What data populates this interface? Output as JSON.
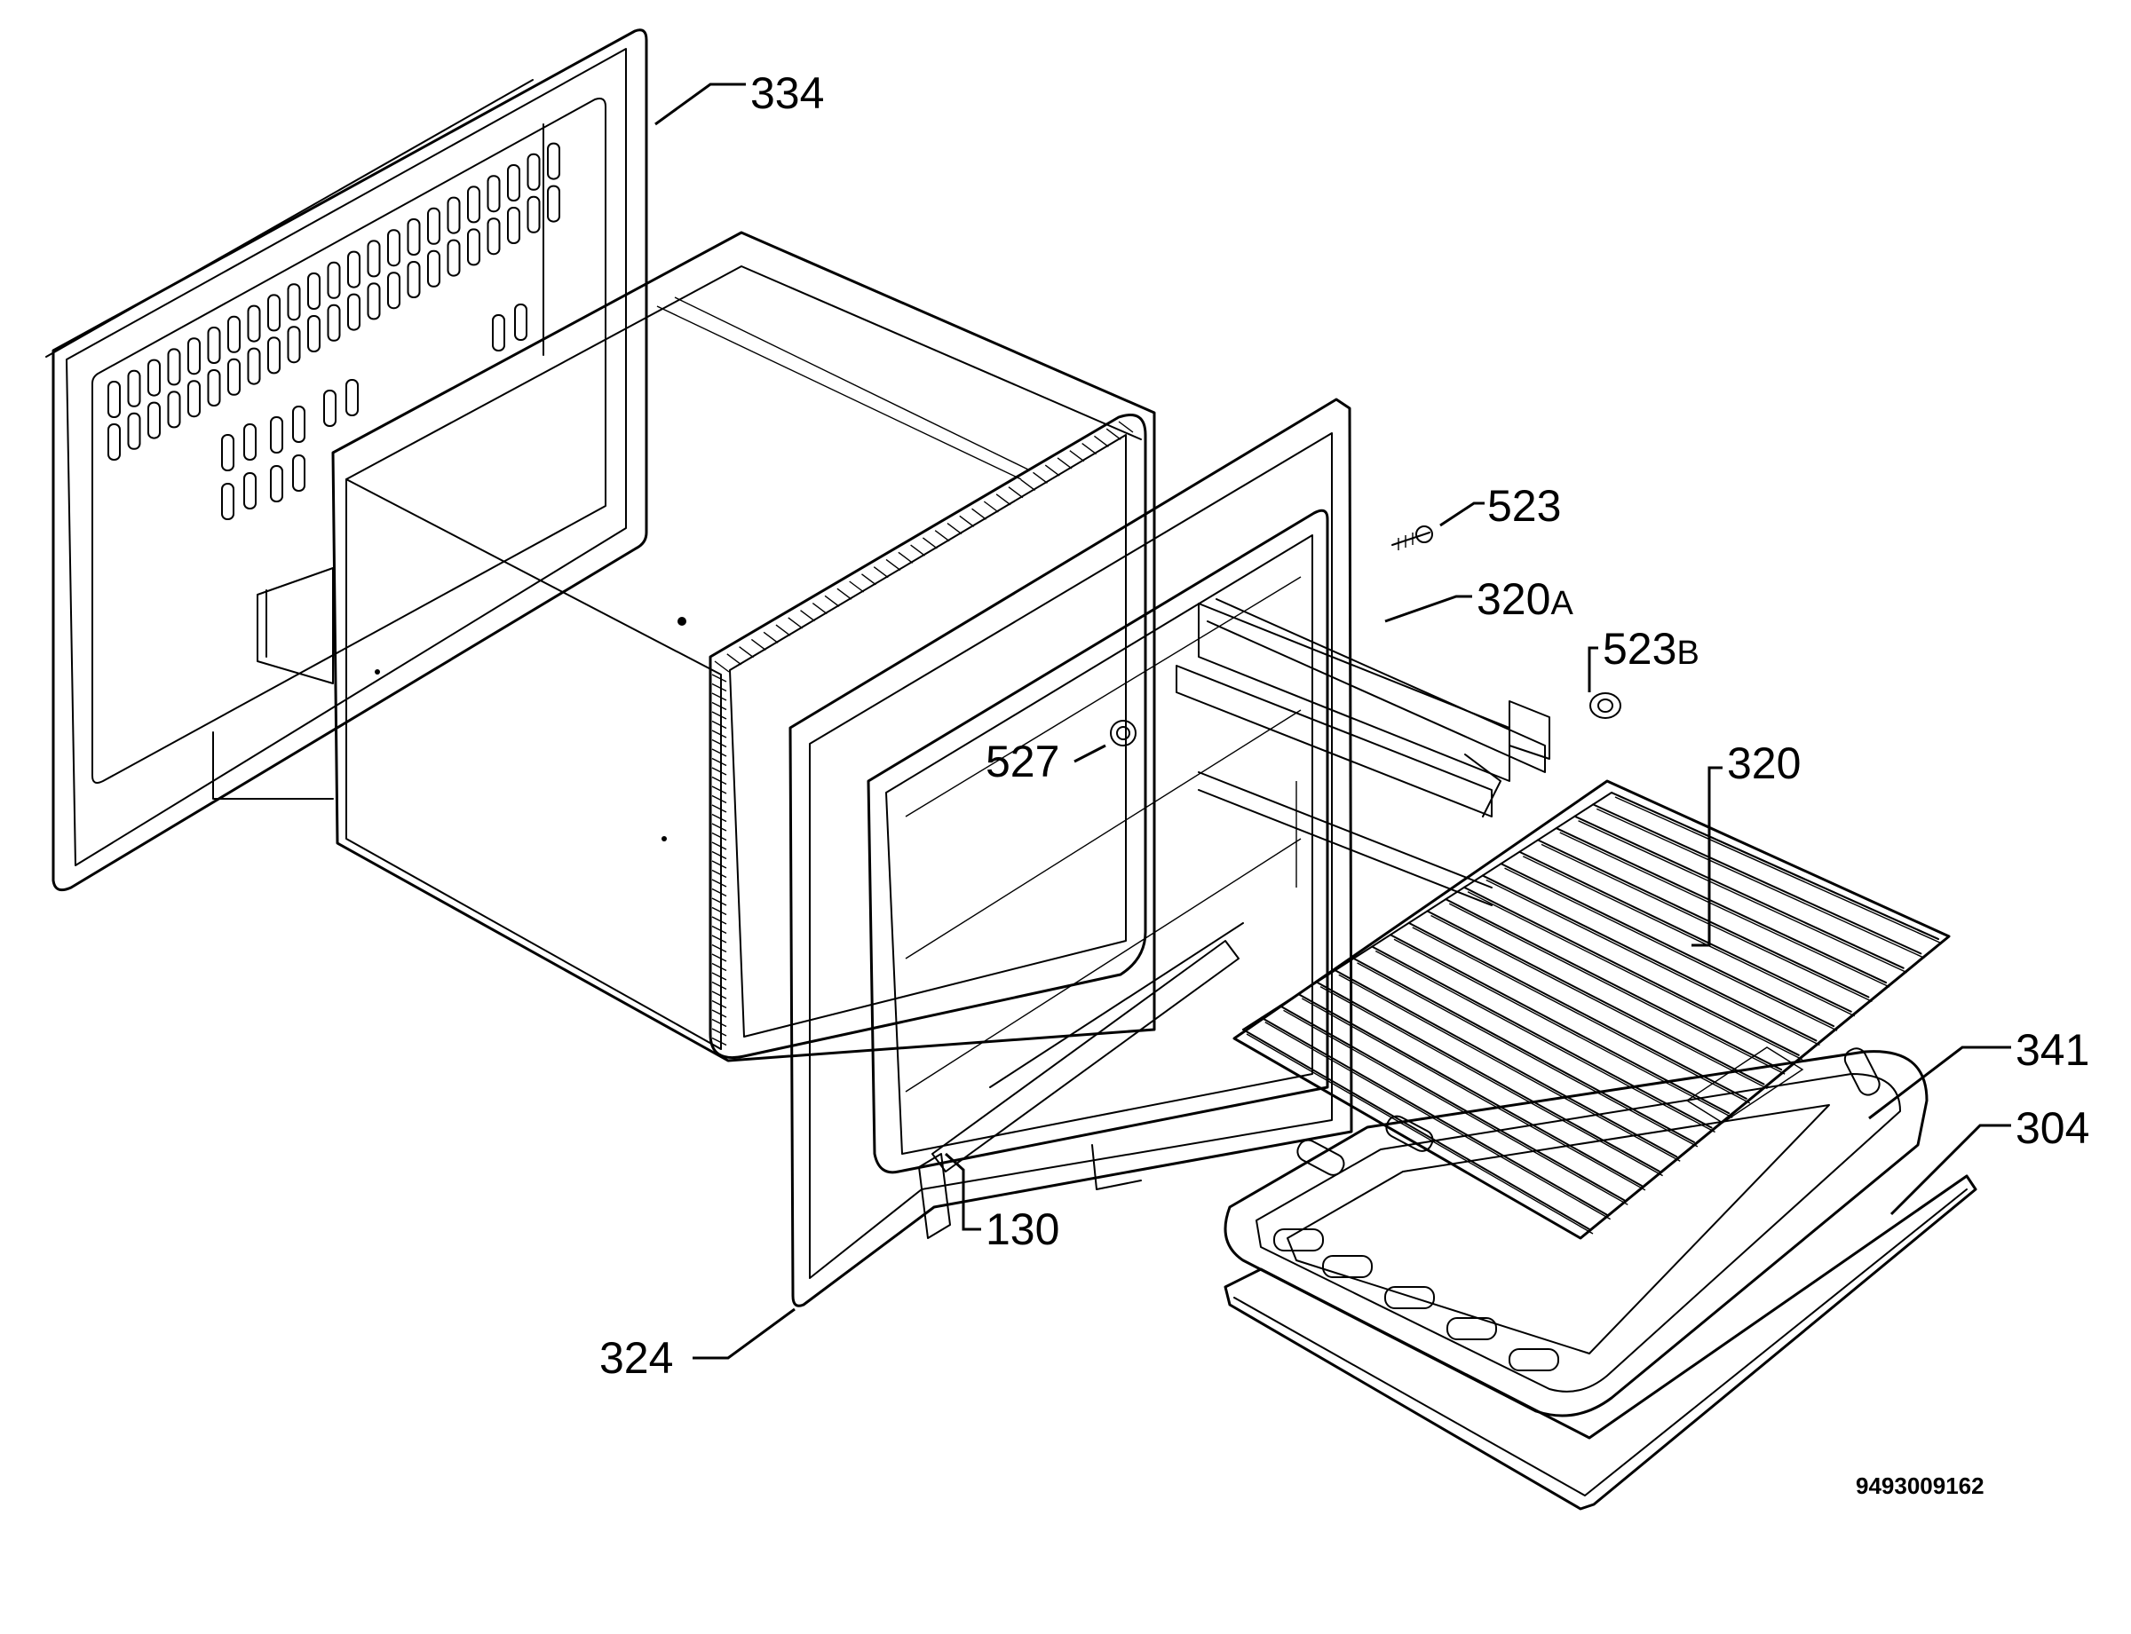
{
  "diagram": {
    "parts": [
      {
        "id": "334",
        "main": "334",
        "suffix": ""
      },
      {
        "id": "523",
        "main": "523",
        "suffix": ""
      },
      {
        "id": "320A",
        "main": "320",
        "suffix": "A"
      },
      {
        "id": "523B",
        "main": "523",
        "suffix": "B"
      },
      {
        "id": "527",
        "main": "527",
        "suffix": ""
      },
      {
        "id": "320",
        "main": "320",
        "suffix": ""
      },
      {
        "id": "341",
        "main": "341",
        "suffix": ""
      },
      {
        "id": "304",
        "main": "304",
        "suffix": ""
      },
      {
        "id": "130",
        "main": "130",
        "suffix": ""
      },
      {
        "id": "324",
        "main": "324",
        "suffix": ""
      }
    ],
    "drawing_number": "9493009162"
  }
}
